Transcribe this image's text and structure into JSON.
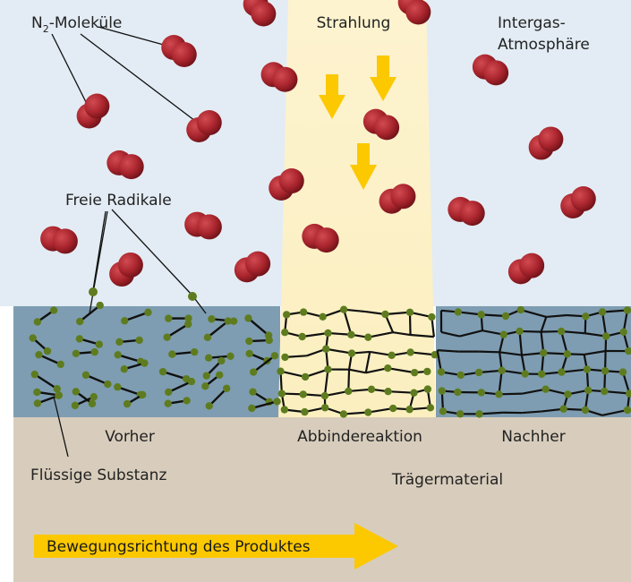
{
  "labels": {
    "n2_prefix": "N",
    "n2_sub": "2",
    "n2_suffix": "-Moleküle",
    "radiation": "Strahlung",
    "inert_line1": "Intergas-",
    "inert_line2": "Atmosphäre",
    "radicals": "Freie Radikale",
    "before": "Vorher",
    "curing": "Abbindereaktion",
    "after": "Nachher",
    "liquid": "Flüssige Substanz",
    "substrate": "Trägermaterial",
    "direction": "Bewegungsrichtung des Produktes"
  },
  "colors": {
    "atmosphere": "#e3ecf4",
    "radiation_beam": "#fdf3cf",
    "liquid_layer": "#7e9db2",
    "substrate": "#d8cdbc",
    "molecule": "#a8242c",
    "radical": "#5e7c1f",
    "yellow_arrow": "#fcc800"
  }
}
